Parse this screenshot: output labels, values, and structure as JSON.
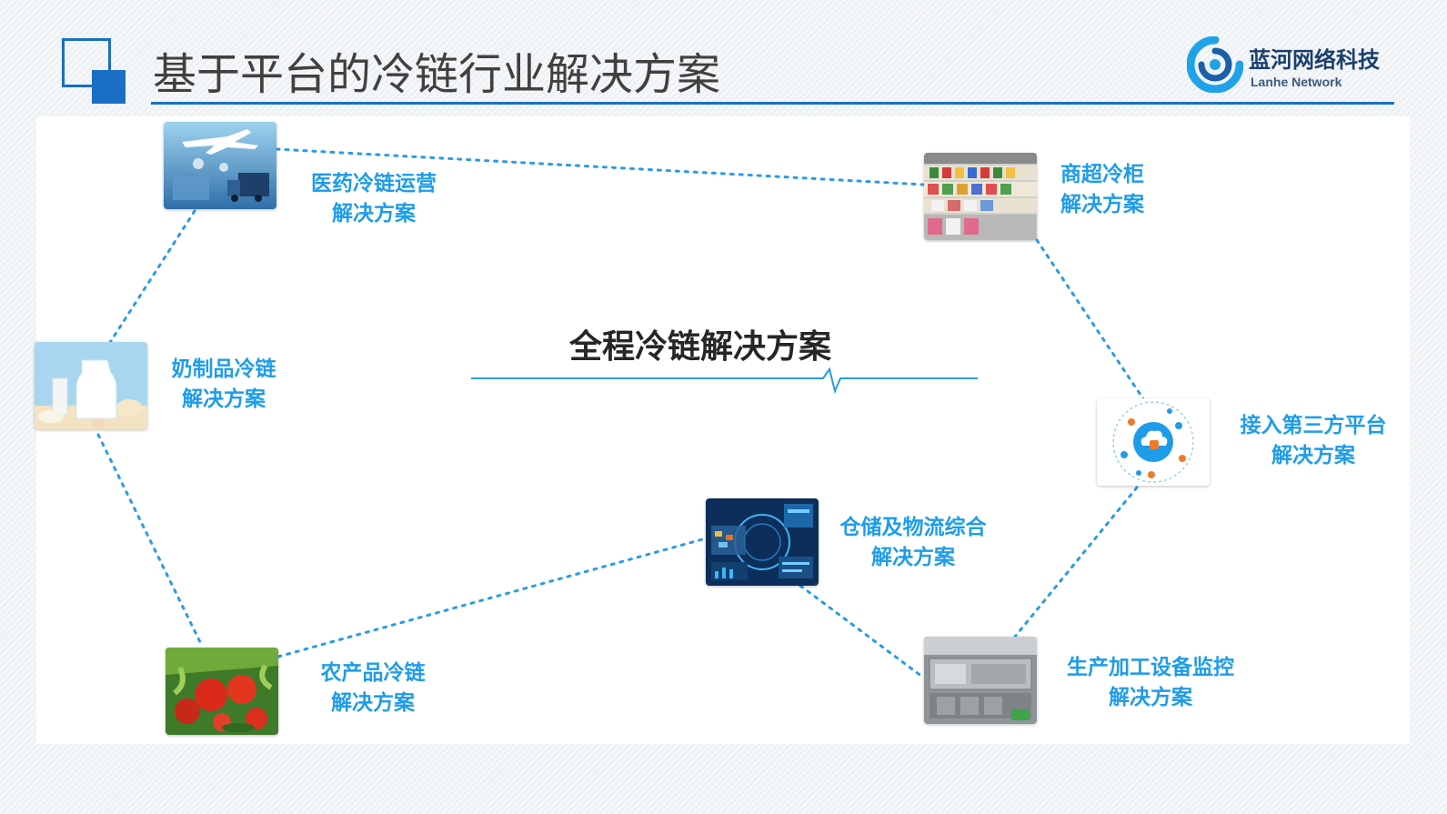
{
  "header": {
    "title": "基于平台的冷链行业解决方案",
    "brand_cn": "蓝河网络科技",
    "brand_en": "Lanhe Network"
  },
  "center": {
    "title": "全程冷链解决方案"
  },
  "colors": {
    "accent": "#1a6fc4",
    "label": "#1f9ce9",
    "link": "#2a9be6"
  },
  "nodes": [
    {
      "id": "pharma",
      "icon": "airplane-truck-logistics-image",
      "line1": "医药冷链运营",
      "line2": "解决方案"
    },
    {
      "id": "supermarket",
      "icon": "supermarket-fridge-image",
      "line1": "商超冷柜",
      "line2": "解决方案"
    },
    {
      "id": "dairy",
      "icon": "milk-dairy-image",
      "line1": "奶制品冷链",
      "line2": "解决方案"
    },
    {
      "id": "third-party",
      "icon": "cloud-platform-image",
      "line1": "接入第三方平台",
      "line2": "解决方案"
    },
    {
      "id": "warehouse",
      "icon": "warehouse-dashboard-image",
      "line1": "仓储及物流综合",
      "line2": "解决方案"
    },
    {
      "id": "produce",
      "icon": "vegetables-image",
      "line1": "农产品冷链",
      "line2": "解决方案"
    },
    {
      "id": "equipment",
      "icon": "processing-equipment-image",
      "line1": "生产加工设备监控",
      "line2": "解决方案"
    }
  ]
}
